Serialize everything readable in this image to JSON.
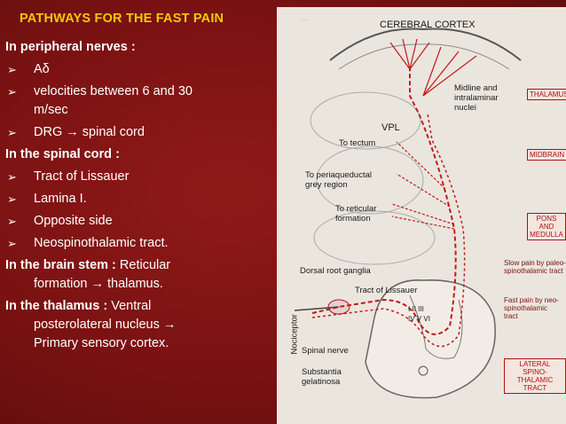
{
  "slide": {
    "title": "PATHWAYS FOR THE FAST PAIN",
    "sections": [
      {
        "heading": "In peripheral nerves :"
      },
      {
        "bullet": "Aδ"
      },
      {
        "bullet": "velocities between 6 and 30 m/sec"
      },
      {
        "bullet": "DRG → spinal cord"
      },
      {
        "heading": "In the spinal cord :"
      },
      {
        "bullet": "Tract of Lissauer"
      },
      {
        "bullet": "Lamina I."
      },
      {
        "bullet": "Opposite side"
      },
      {
        "bullet": "Neospinothalamic tract."
      },
      {
        "heading": "In the brain stem :",
        "rest": "Reticular formation → thalamus."
      },
      {
        "heading": "In the thalamus :",
        "rest": "Ventral posterolateral nucleus → Primary sensory cortex."
      }
    ],
    "lines": {
      "p1_heading": "In peripheral nerves :",
      "b1": "Aδ",
      "b2a": "velocities between 6 and 30",
      "b2b": "m/sec",
      "b3": "DRG → spinal cord",
      "p2_heading": "In the spinal cord :",
      "b4": "Tract of Lissauer",
      "b5": "Lamina I.",
      "b6": "Opposite side",
      "b7": "Neospinothalamic tract.",
      "p3_heading": "In the brain stem :",
      "p3_rest_a": "Reticular",
      "p3_rest_b": "formation → thalamus.",
      "p4_heading": "In the thalamus :",
      "p4_rest_a": "Ventral",
      "p4_rest_b": "posterolateral nucleus →",
      "p4_rest_c": "Primary sensory cortex."
    },
    "bullet_glyph": "➢"
  },
  "figure": {
    "cerebral_cortex": "CEREBRAL CORTEX",
    "vpl": "VPL",
    "midline_a": "Midline and",
    "midline_b": "intralaminar",
    "midline_c": "nuclei",
    "thalamus": "THALAMUS",
    "to_tectum": "To tectum",
    "midbrain": "MIDBRAIN",
    "to_peri_a": "To periaqueductal",
    "to_peri_b": "grey region",
    "to_ret_a": "To reticular",
    "to_ret_b": "formation",
    "pons_a": "PONS AND",
    "pons_b": "MEDULLA",
    "drg": "Dorsal root ganglia",
    "lissauer": "Tract of Lissauer",
    "nociceptor": "Nociceptor",
    "laminae": [
      "I",
      "II",
      "III",
      "IV",
      "V",
      "VI"
    ],
    "spinal_nerve": "Spinal nerve",
    "substantia_a": "Substantia",
    "substantia_b": "gelatinosa",
    "slow_a": "Slow pain by paleo-",
    "slow_b": "spinothalamic tract",
    "fast_a": "Fast pain by neo-",
    "fast_b": "spinothalamic",
    "fast_c": "tract",
    "lat_a": "LATERAL SPINO-",
    "lat_b": "THALAMIC TRACT",
    "colors": {
      "pathway_red": "#c21a1a",
      "label_red": "#b01010",
      "background": "#7a1212",
      "title": "#f2c900"
    }
  }
}
